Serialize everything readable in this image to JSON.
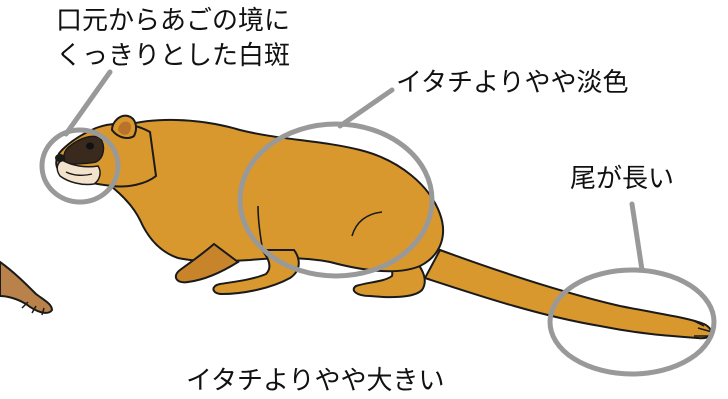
{
  "annotations": {
    "mouth_marking": {
      "line1": "口元からあごの境に",
      "line2": "くっきりとした白斑"
    },
    "body_color": "イタチよりやや淡色",
    "tail_length": "尾が長い",
    "size": "イタチよりやや大きい"
  },
  "colors": {
    "fur": "#D9982E",
    "fur_shadow": "#C8842A",
    "outline": "#1a1a1a",
    "face_mask": "#3a2a1e",
    "muzzle_white": "#F3E3CC",
    "ear_inner": "#B9722A",
    "circle": "#999999",
    "partial_animal": "#B9824A"
  },
  "icons": [
    "mouth-circle",
    "body-circle",
    "tail-circle",
    "leader-line"
  ]
}
